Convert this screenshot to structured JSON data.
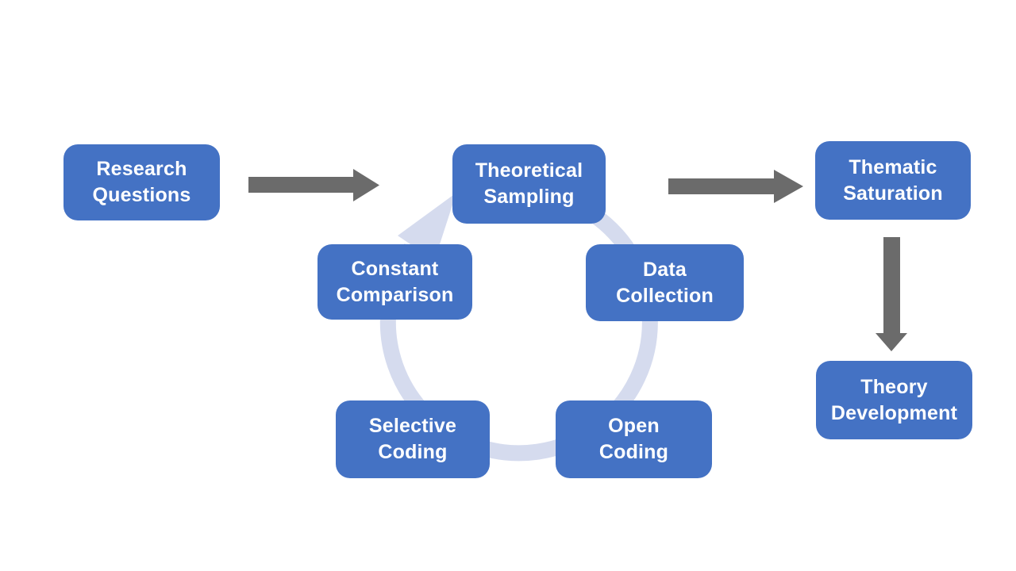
{
  "title": "Grounded theory process diagram",
  "colors": {
    "node_fill": "#4472C4",
    "node_text": "#FFFFFF",
    "arrow_gray": "#6B6B6B",
    "cycle_arc": "#D5DBEE",
    "background": "#FFFFFF"
  },
  "nodes": {
    "research_questions": {
      "label": "Research\nQuestions"
    },
    "theoretical_sampling": {
      "label": "Theoretical\nSampling"
    },
    "constant_comparison": {
      "label": "Constant\nComparison"
    },
    "data_collection": {
      "label": "Data\nCollection"
    },
    "selective_coding": {
      "label": "Selective\nCoding"
    },
    "open_coding": {
      "label": "Open\nCoding"
    },
    "thematic_saturation": {
      "label": "Thematic\nSaturation"
    },
    "theory_development": {
      "label": "Theory\nDevelopment"
    }
  },
  "connectors": {
    "research_to_sampling": "right-arrow",
    "sampling_to_saturation": "right-arrow",
    "saturation_to_theory": "down-arrow",
    "cycle": "clockwise-circular-arrow"
  },
  "cycle_members": [
    "Theoretical Sampling",
    "Data Collection",
    "Open Coding",
    "Selective Coding",
    "Constant Comparison"
  ]
}
